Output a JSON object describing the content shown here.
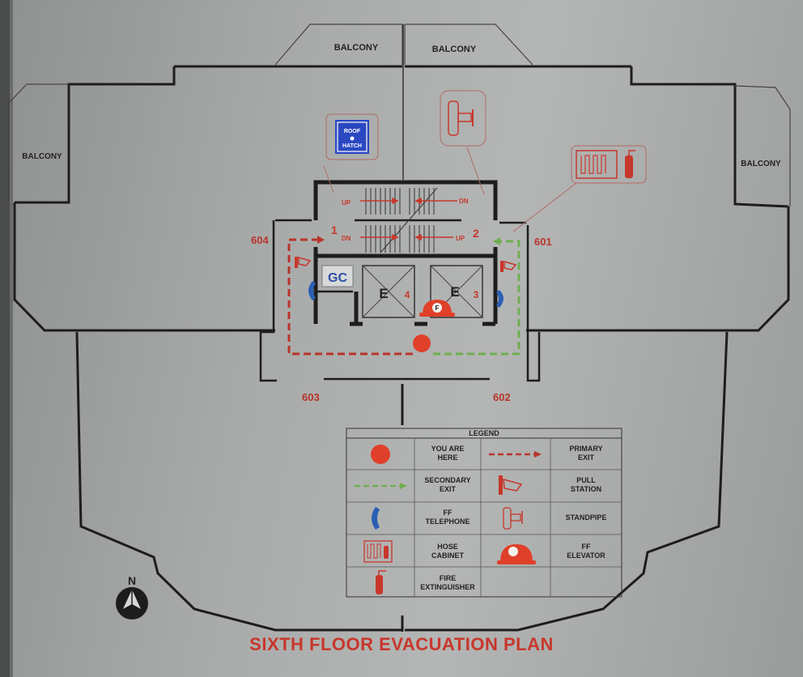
{
  "title": "SIXTH FLOOR EVACUATION PLAN",
  "balconies": [
    "BALCONY",
    "BALCONY",
    "BALCONY",
    "BALCONY"
  ],
  "units": [
    "604",
    "601",
    "603",
    "602"
  ],
  "stairs": {
    "one": "1",
    "two": "2",
    "up_left": "UP",
    "dn_right": "DN",
    "dn_left": "DN",
    "up_right": "UP"
  },
  "elevators": {
    "letter": "E",
    "left_num": "4",
    "right_num": "3"
  },
  "gc": "GC",
  "roof_hatch": {
    "line1": "ROOF",
    "line2": "HATCH"
  },
  "north": "N",
  "ff_letter": "F",
  "legend": {
    "title": "LEGEND",
    "you_are_here": [
      "YOU ARE",
      "HERE"
    ],
    "primary_exit": [
      "PRIMARY",
      "EXIT"
    ],
    "secondary_exit": [
      "SECONDARY",
      "EXIT"
    ],
    "pull_station": [
      "PULL",
      "STATION"
    ],
    "ff_telephone": [
      "FF",
      "TELEPHONE"
    ],
    "standpipe": [
      "STANDPIPE"
    ],
    "hose_cabinet": [
      "HOSE",
      "CABINET"
    ],
    "ff_elevator": [
      "FF",
      "ELEVATOR"
    ],
    "fire_extinguisher": [
      "FIRE",
      "EXTINGUISHER"
    ]
  },
  "colors": {
    "primary_exit": "#b8342a",
    "secondary_exit": "#6fae50",
    "wall": "#1d1d1d",
    "you_are_here": "#e0402a",
    "phone": "#2a5fb5",
    "roof_hatch": "#2b48c2"
  }
}
